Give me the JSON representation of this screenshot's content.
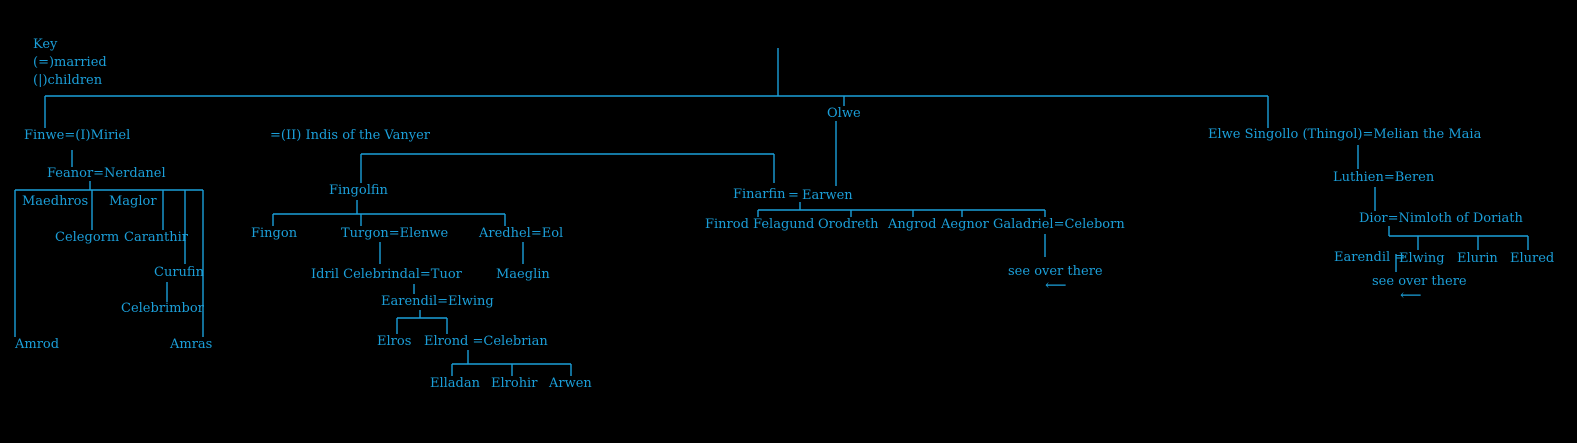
{
  "colors": {
    "background": "#000000",
    "ink": "#1b9fd9"
  },
  "key": {
    "title": "Key",
    "married": "(=)married",
    "children": "(|)children"
  },
  "top": {
    "olwe": "Olwe",
    "finwe_miriel": "Finwe=(I)Miriel",
    "indis": "=(II) Indis of the Vanyer",
    "elwe": "Elwe Singollo (Thingol)=Melian the Maia"
  },
  "feanor_line": {
    "feanor": "Feanor=Nerdanel",
    "maedhros": "Maedhros",
    "maglor": "Maglor",
    "celegorm": "Celegorm",
    "caranthir": "Caranthir",
    "curufin": "Curufin",
    "celebrimbor": "Celebrimbor",
    "amrod": "Amrod",
    "amras": "Amras"
  },
  "fingolfin_line": {
    "fingolfin": "Fingolfin",
    "fingon": "Fingon",
    "turgon": "Turgon=Elenwe",
    "aredhel": "Aredhel=Eol",
    "idril": "Idril Celebrindal=Tuor",
    "maeglin": "Maeglin",
    "earendil": "Earendil=Elwing",
    "elros": "Elros",
    "elrond": "Elrond =Celebrian",
    "elladan": "Elladan",
    "elrohir": "Elrohir",
    "arwen": "Arwen"
  },
  "finarfin_line": {
    "finarfin": "Finarfin",
    "eq": "=",
    "earwen": "Earwen",
    "finrod": "Finrod Felagund",
    "orodreth": "Orodreth",
    "angrod": "Angrod",
    "aegnor": "Aegnor",
    "galadriel": "Galadriel=Celeborn",
    "see_over": "see over there",
    "arrow": "⟵"
  },
  "thingol_line": {
    "luthien": "Luthien=Beren",
    "dior": "Dior=Nimloth of Doriath",
    "earendil": "Earendil =",
    "elwing": "Elwing",
    "elurin": "Elurin",
    "elured": "Elured",
    "see_over": "see over there",
    "arrow": "⟵"
  }
}
